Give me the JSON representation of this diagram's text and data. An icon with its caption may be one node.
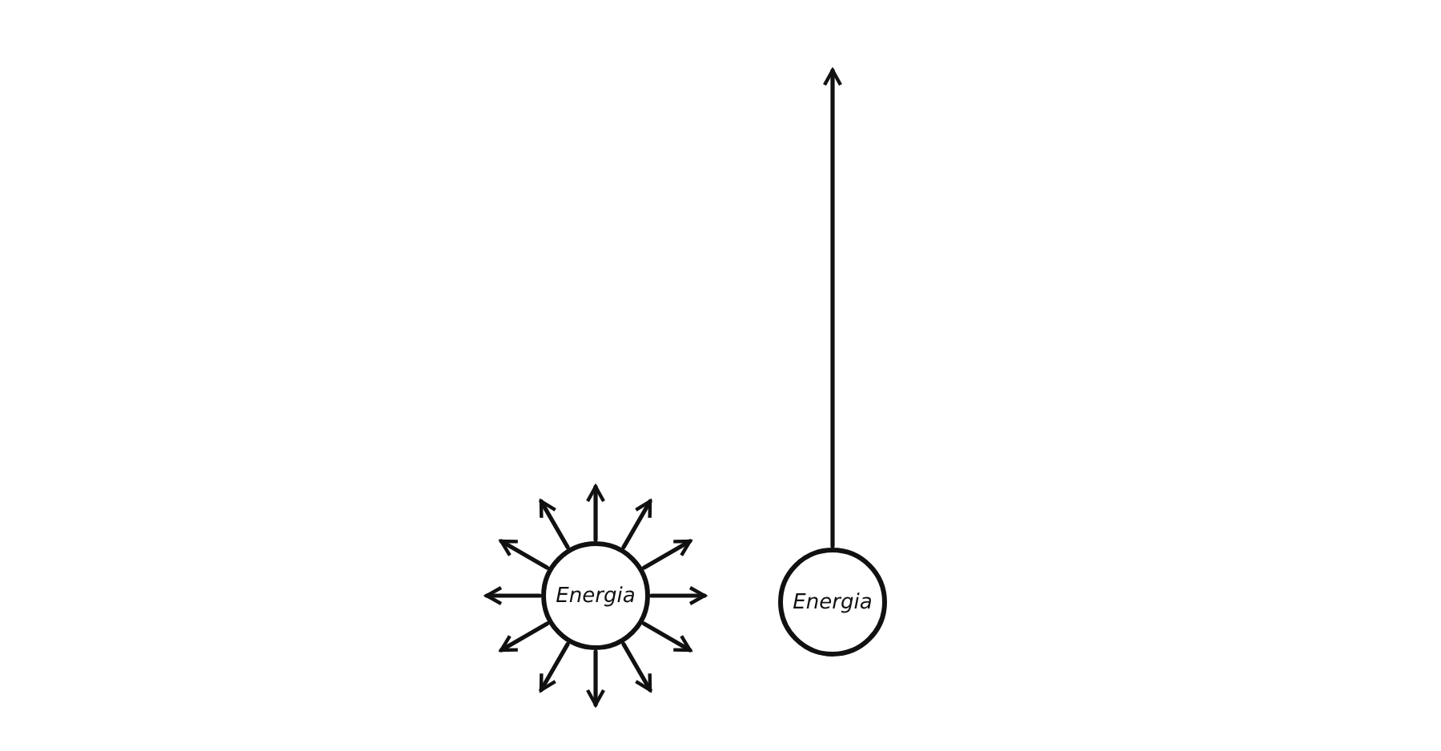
{
  "diagram": {
    "nodes": [
      {
        "text": [
          "Energia"
        ]
      },
      {
        "text": [
          "Energia"
        ]
      }
    ],
    "edges": [
      {
        "from": 0,
        "to": null,
        "arrow": "to"
      },
      {
        "from": 0,
        "to": null,
        "arrow": "to"
      },
      {
        "from": 0,
        "to": null,
        "arrow": "to"
      },
      {
        "from": 0,
        "to": null,
        "arrow": "to"
      },
      {
        "from": 0,
        "to": null,
        "arrow": "to"
      },
      {
        "from": 0,
        "to": null,
        "arrow": "to"
      },
      {
        "from": 0,
        "to": null,
        "arrow": "to"
      },
      {
        "from": 0,
        "to": null,
        "arrow": "to"
      },
      {
        "from": 0,
        "to": null,
        "arrow": "to"
      },
      {
        "from": 0,
        "to": null,
        "arrow": "to"
      },
      {
        "from": 0,
        "to": null,
        "arrow": "to"
      },
      {
        "from": 0,
        "to": null,
        "arrow": "to"
      },
      {
        "from": 1,
        "to": null,
        "arrow": "to"
      }
    ]
  }
}
